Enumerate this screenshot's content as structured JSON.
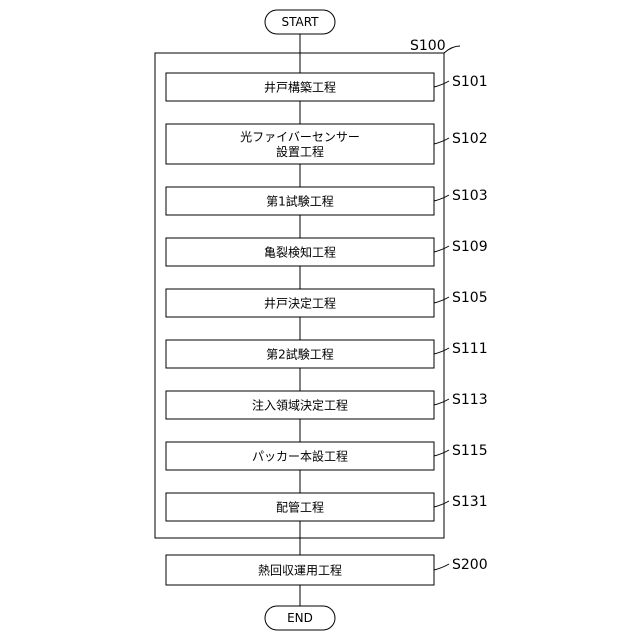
{
  "flowchart": {
    "start_label": "START",
    "end_label": "END",
    "group": {
      "id": "S100"
    },
    "steps": [
      {
        "id": "S101",
        "lines": [
          "井戸構築工程"
        ]
      },
      {
        "id": "S102",
        "lines": [
          "光ファイバーセンサー",
          "設置工程"
        ]
      },
      {
        "id": "S103",
        "lines": [
          "第1試験工程"
        ]
      },
      {
        "id": "S109",
        "lines": [
          "亀裂検知工程"
        ]
      },
      {
        "id": "S105",
        "lines": [
          "井戸決定工程"
        ]
      },
      {
        "id": "S111",
        "lines": [
          "第2試験工程"
        ]
      },
      {
        "id": "S113",
        "lines": [
          "注入領域決定工程"
        ]
      },
      {
        "id": "S115",
        "lines": [
          "パッカー本設工程"
        ]
      },
      {
        "id": "S131",
        "lines": [
          "配管工程"
        ]
      }
    ],
    "final_step": {
      "id": "S200",
      "lines": [
        "熱回収運用工程"
      ]
    }
  }
}
